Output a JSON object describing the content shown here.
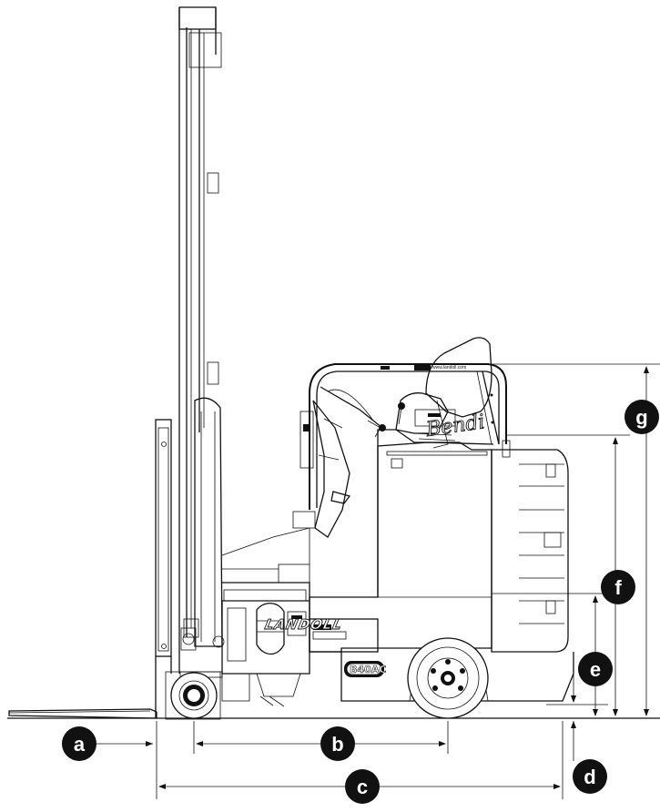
{
  "dimension_labels": {
    "a": "a",
    "b": "b",
    "c": "c",
    "d": "d",
    "e": "e",
    "f": "f",
    "g": "g"
  },
  "vehicle": {
    "brand_script": "Bendi",
    "brand_name": "LANDOLL",
    "model_badge": "B40AC",
    "website": "www.landoll.com"
  },
  "colors": {
    "ink": "#111111",
    "badge": "#111111",
    "background": "#ffffff"
  }
}
